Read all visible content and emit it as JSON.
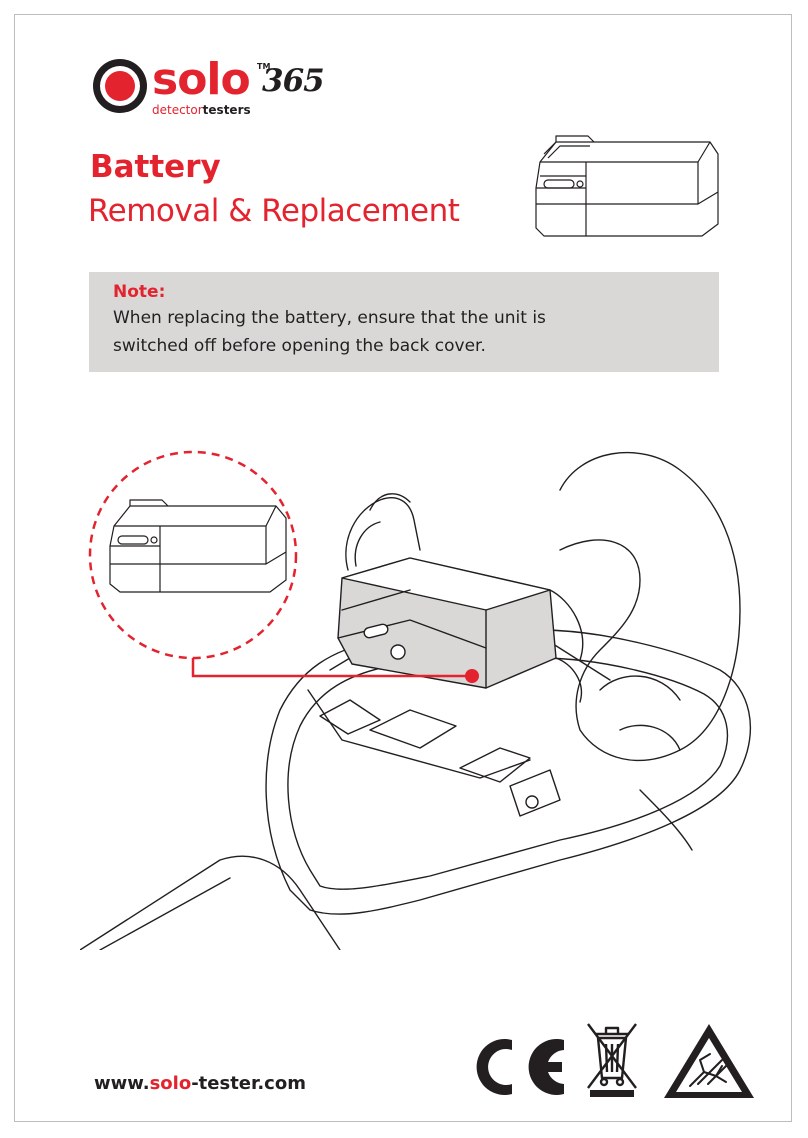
{
  "logo": {
    "brand": "solo",
    "trademark": "TM",
    "number": "365",
    "tagline_part1": "detector",
    "tagline_part2": "testers"
  },
  "heading": {
    "title": "Battery",
    "subtitle": "Removal & Replacement"
  },
  "note": {
    "heading": "Note:",
    "body": "When replacing the battery, ensure that the unit is switched off before opening the back cover."
  },
  "footer": {
    "website_prefix": "www.",
    "website_brand": "solo",
    "website_suffix": "-tester.com"
  },
  "icons": [
    "solo-logo-icon",
    "battery-icon",
    "ce-mark-icon",
    "weee-bin-icon",
    "esd-warning-icon"
  ],
  "colors": {
    "brand_red": "#e3232e",
    "text_dark": "#231f20",
    "note_background": "#d9d8d7"
  }
}
